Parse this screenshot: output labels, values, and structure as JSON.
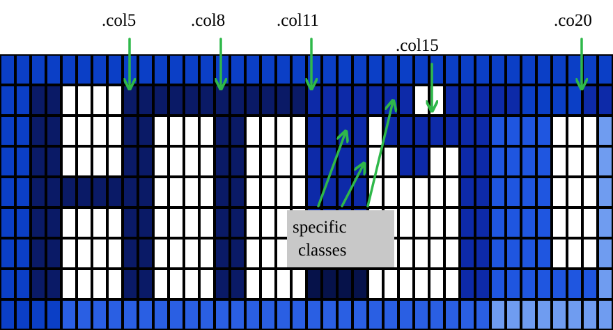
{
  "diagram": {
    "column_labels": [
      {
        "text": ".col5",
        "column": 5
      },
      {
        "text": ".col8",
        "column": 8
      },
      {
        "text": ".col11",
        "column": 11
      },
      {
        "text": ".col15",
        "column": 15
      },
      {
        "text": ".co20",
        "column": 20
      }
    ],
    "callout": {
      "line1": "specific",
      "line2": "classes"
    },
    "colors": {
      "arrow": "#2fb84a",
      "white": "#ffffff",
      "grid_line": "#000000",
      "outer_blue": "#0b3fc6",
      "dark_navy": "#0a1a66",
      "deep_navy": "#06124a",
      "mid_blue": "#1f56e0",
      "light_blue": "#3f7ff0",
      "pale_blue": "#6f9cf0",
      "royal_blue": "#0d2aa8",
      "bottom_row_blue": "#2a5fe3",
      "callout_bg": "#c8c8c8"
    },
    "grid": {
      "columns": 40,
      "rows": 9,
      "letters": "HTML"
    }
  }
}
